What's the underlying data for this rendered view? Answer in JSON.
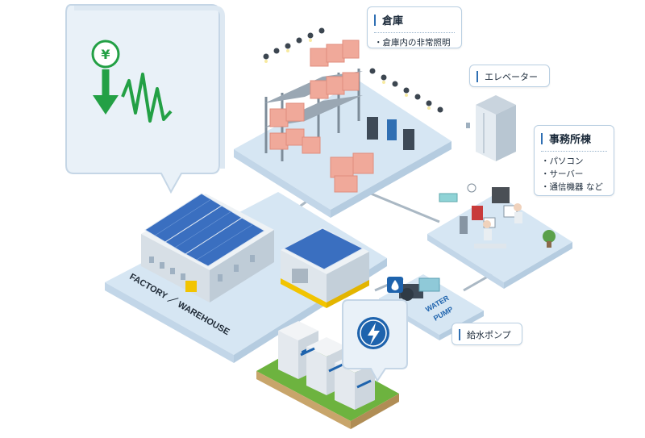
{
  "callouts": {
    "warehouse": {
      "title": "倉庫",
      "items": [
        "・倉庫内の非常照明"
      ]
    },
    "elevator": {
      "title": "エレベーター"
    },
    "office": {
      "title": "事務所棟",
      "items": [
        "・パソコン",
        "・サーバー",
        "・通信機器 など"
      ]
    },
    "pump": {
      "title": "給水ポンプ"
    }
  },
  "labels": {
    "factory": "FACTORY ／ WAREHOUSE",
    "water_pump_line1": "WATER",
    "water_pump_line2": "PUMP"
  },
  "icons": {
    "bubble": "yen-down-chart-icon",
    "water": "water-drop-icon",
    "power": "lightning-bolt-icon"
  },
  "colors": {
    "platform": "#d6e6f3",
    "accent_blue": "#1e63ad",
    "green": "#23a045",
    "solar": "#3a6fc0",
    "box": "#f0a99a",
    "lawn": "#6db33f",
    "yellow": "#f2c400"
  }
}
